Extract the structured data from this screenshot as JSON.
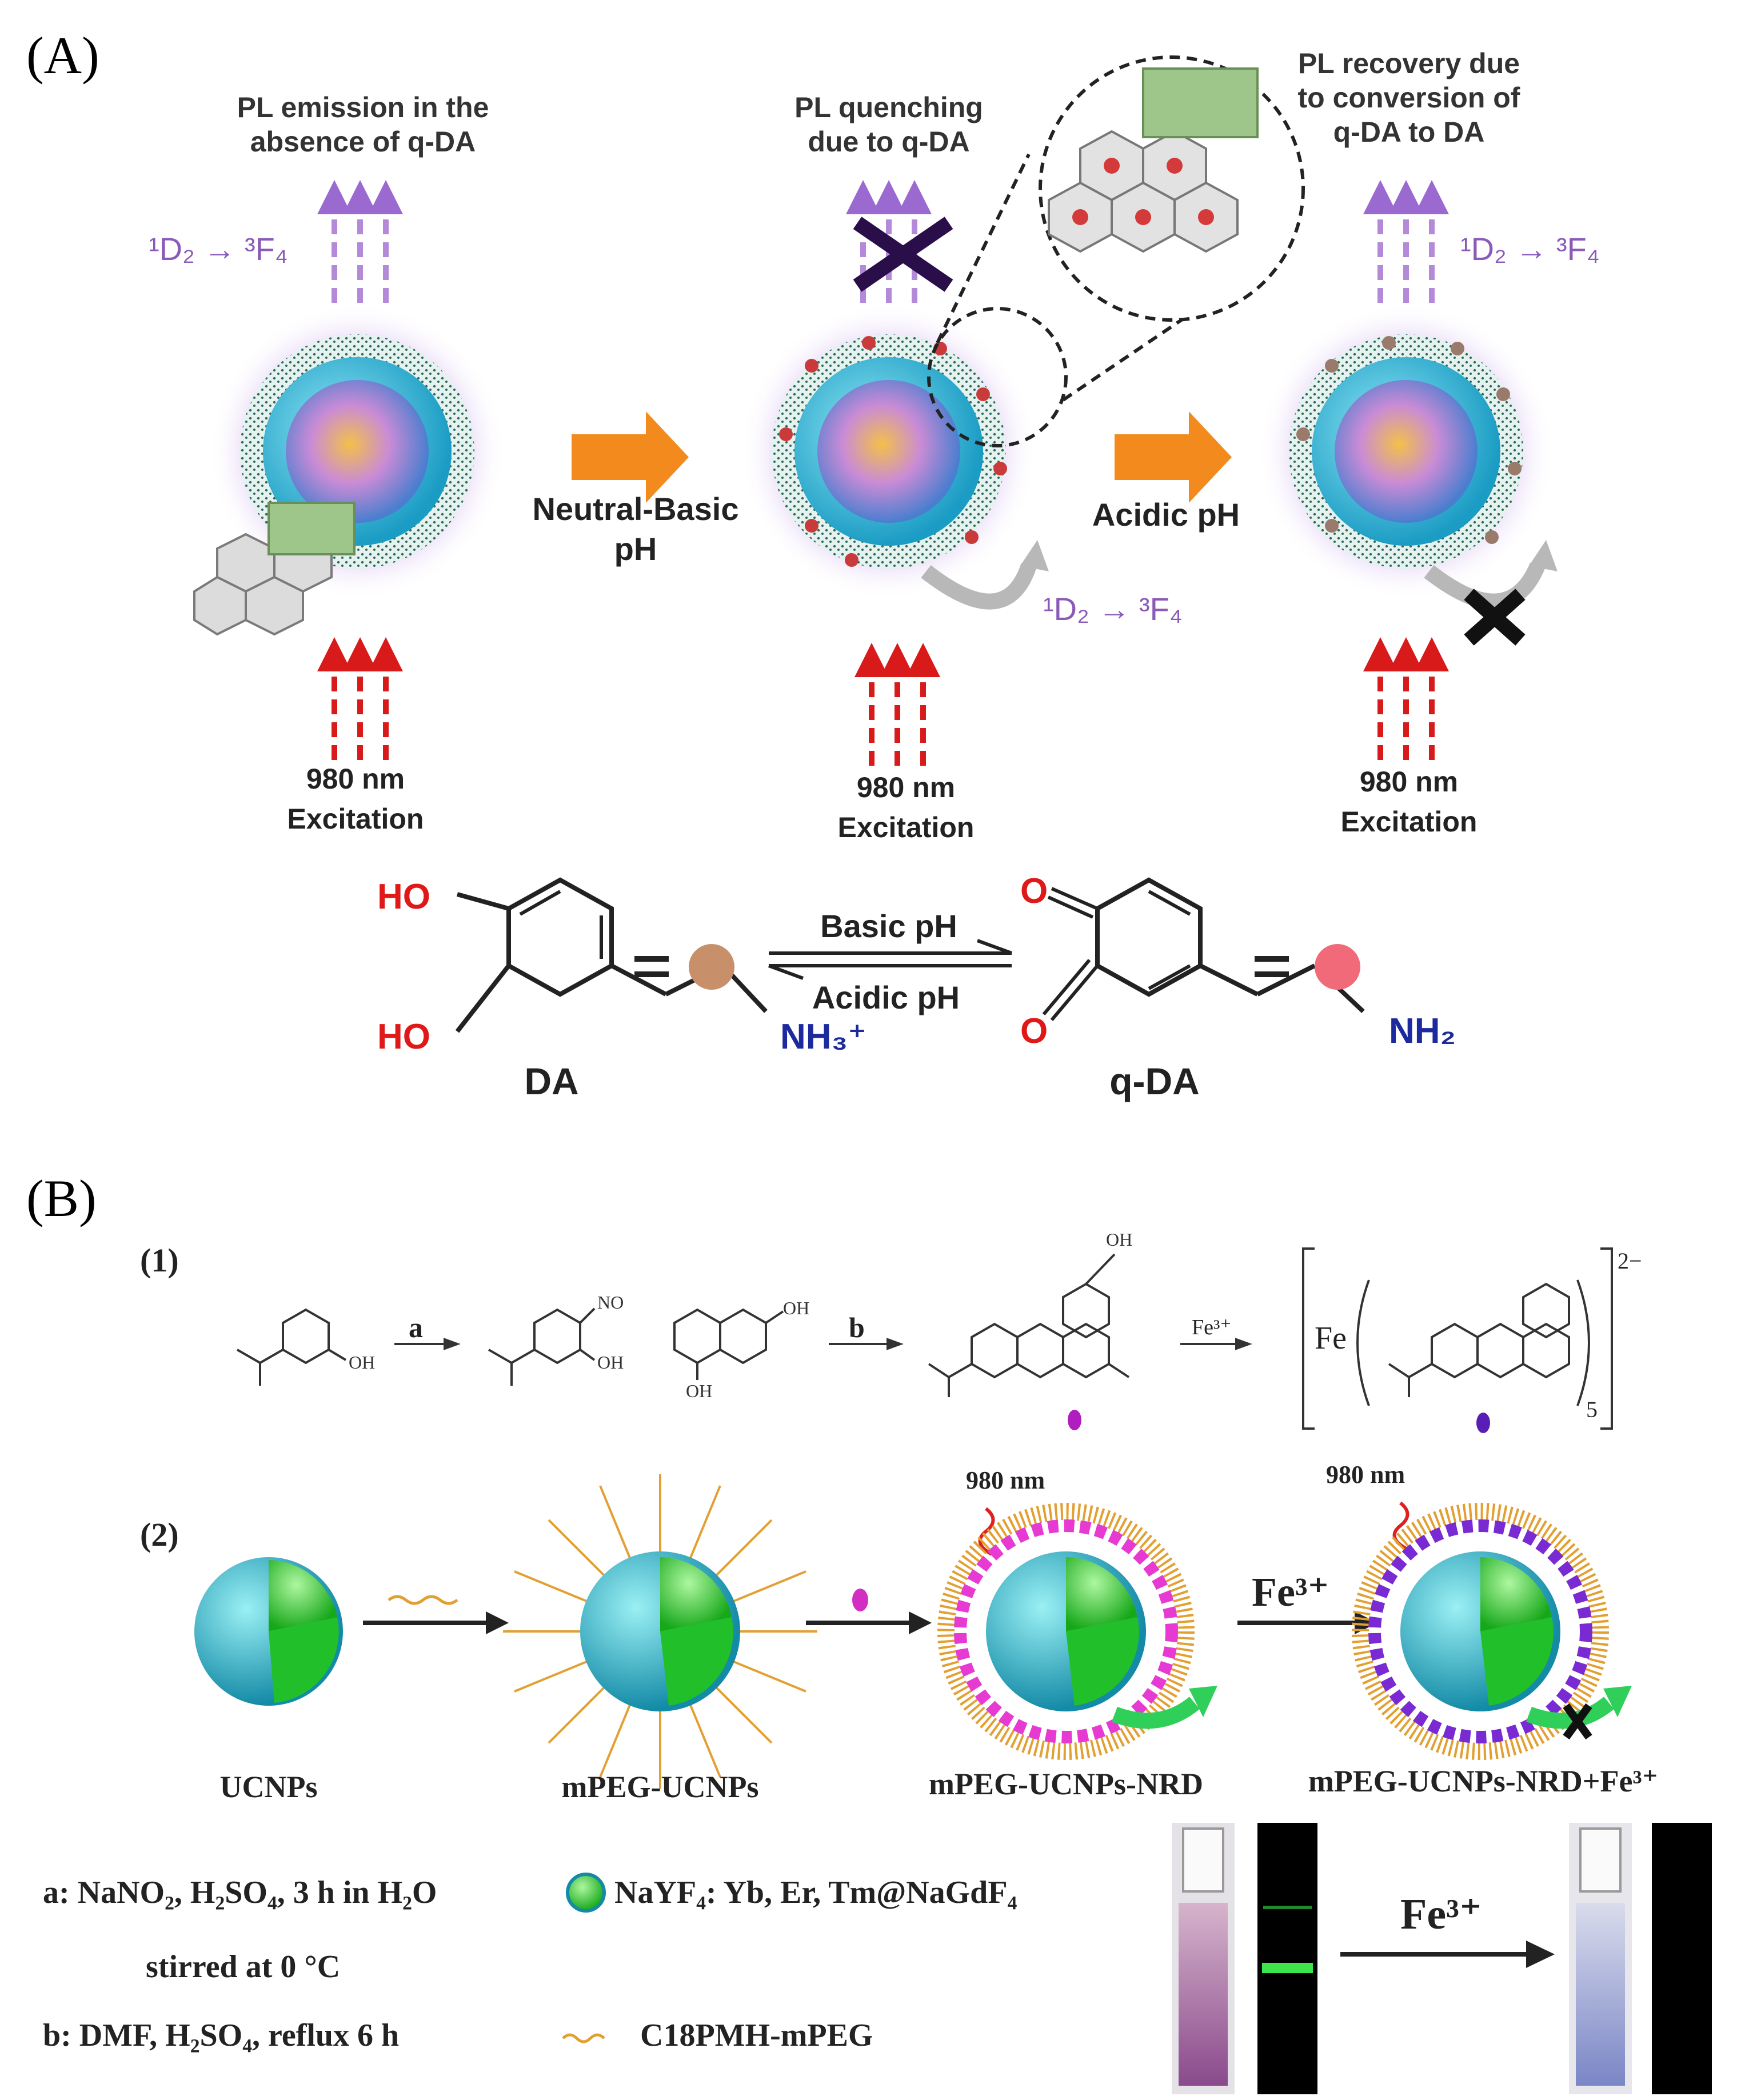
{
  "panel_a": {
    "label": "(A)",
    "stage1_top": [
      "PL emission in the",
      "absence of q-DA"
    ],
    "stage2_top": [
      "PL quenching",
      "due to q-DA"
    ],
    "stage3_top": [
      "PL recovery due",
      "to conversion of",
      "q-DA to DA"
    ],
    "transition_left": "¹D₂ → ³F₄",
    "transition_right": "¹D₂ → ³F₄",
    "transition_mid": "¹D₂ → ³F₄",
    "arrow1_label": [
      "Neutral-Basic",
      "pH"
    ],
    "arrow2_label": "Acidic pH",
    "excitation": [
      "980 nm",
      "Excitation"
    ],
    "eq_top": "Basic pH",
    "eq_bottom": "Acidic pH",
    "da_label": "DA",
    "qda_label": "q-DA",
    "ho1": "HO",
    "ho2": "HO",
    "nh3": "NH₃⁺",
    "nh2": "NH₂",
    "o1": "O",
    "o2": "O"
  },
  "panel_b": {
    "label": "(B)",
    "step1": "(1)",
    "step2": "(2)",
    "reagent_a": "a",
    "reagent_b": "b",
    "fe_small": "Fe³⁺",
    "fe_complex": "Fe",
    "charge": "2−",
    "subscript5": "5",
    "oh_small": "OH",
    "no_small": "NO",
    "nm980": "980 nm",
    "fe_big": "Fe³⁺",
    "names": [
      "UCNPs",
      "mPEG-UCNPs",
      "mPEG-UCNPs-NRD",
      "mPEG-UCNPs-NRD+Fe³⁺"
    ],
    "note_a1": "a: NaNO₂, H₂SO₄, 3 h in H₂O",
    "note_a2": "stirred at 0 °C",
    "note_b": "b: DMF, H₂SO₄, reflux 6 h",
    "legend_core": "NaYF₄: Yb, Er, Tm@NaGdF₄",
    "legend_chain": "C18PMH-mPEG",
    "fe_photo": "Fe³⁺"
  },
  "colors": {
    "purple_arrow": "#b48ad8",
    "red_arrow": "#e02020",
    "orange_arrow": "#f28a1e",
    "shell_cyan": "#2fb4d8",
    "core_green": "#3fd23f",
    "magenta": "#e63ad2",
    "violet": "#7a2ad2"
  }
}
